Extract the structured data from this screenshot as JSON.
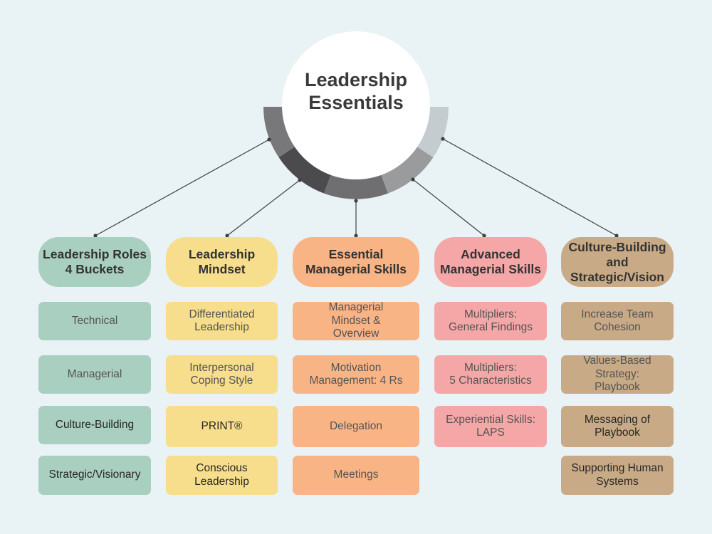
{
  "title": "Leadership\nEssentials",
  "columns": [
    {
      "heading": "Leadership Roles\n4 Buckets",
      "color": "#a9cfc0",
      "items": [
        "Technical",
        "Managerial",
        "Culture-Building",
        "Strategic/Visionary"
      ]
    },
    {
      "heading": "Leadership\nMindset",
      "color": "#f7de8c",
      "items": [
        "Differentiated\nLeadership",
        "Interpersonal\nCoping Style",
        "PRINT®",
        "Conscious\nLeadership"
      ]
    },
    {
      "heading": "Essential\nManagerial Skills",
      "color": "#f9b486",
      "items": [
        "Managerial\nMindset &\nOverview",
        "Motivation\nManagement: 4 Rs",
        "Delegation",
        "Meetings"
      ]
    },
    {
      "heading": "Advanced\nManagerial Skills",
      "color": "#f5a7a7",
      "items": [
        "Multipliers:\nGeneral Findings",
        "Multipliers:\n5 Characteristics",
        "Experiential Skills:\nLAPS"
      ]
    },
    {
      "heading": "Culture-Building\nand\nStrategic/Vision",
      "color": "#c9aa86",
      "items": [
        "Increase Team\nCohesion",
        "Values-Based\nStrategy:\nPlaybook",
        "Messaging of\nPlaybook",
        "Supporting Human\nSystems"
      ]
    }
  ]
}
